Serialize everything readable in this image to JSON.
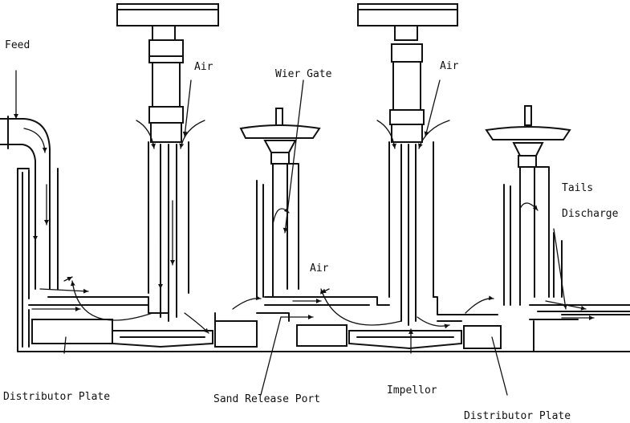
{
  "labels": {
    "feed": "Feed",
    "air_left": "Air",
    "wier_gate": "Wier Gate",
    "air_right": "Air",
    "air_middle": "Air",
    "tails": "Tails",
    "discharge": "Discharge",
    "distributor_plate_left": "Distributor Plate",
    "sand_release_port": "Sand Release Port",
    "impellor": "Impellor",
    "distributor_plate_right": "Distributor Plate"
  },
  "colors": {
    "line": "#111111",
    "background": "#ffffff"
  }
}
